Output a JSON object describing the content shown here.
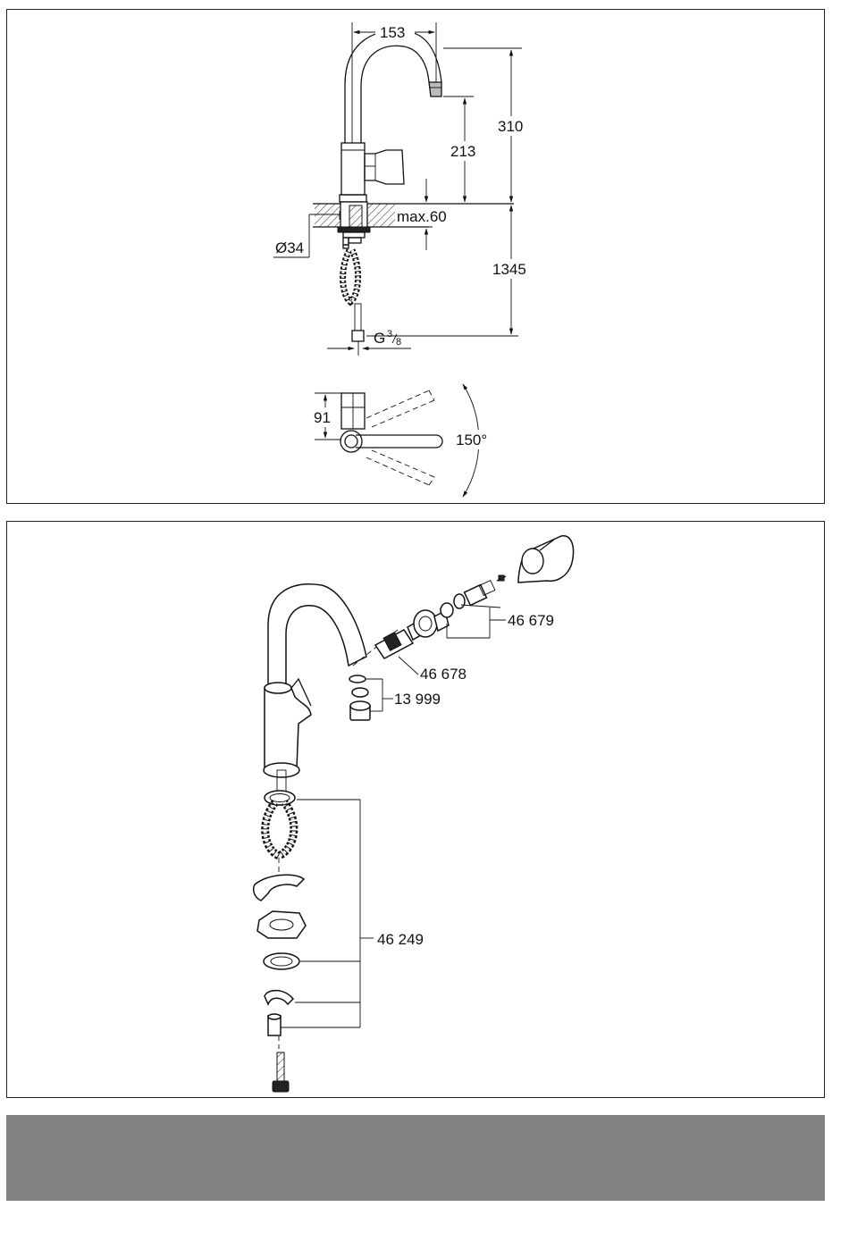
{
  "dimensions": {
    "width_153": "153",
    "height_310": "310",
    "height_213": "213",
    "max_thickness": "max.60",
    "diameter": "Ø34",
    "hose_length": "1345",
    "connection_thread": "G",
    "connection_thread_num": "3",
    "connection_thread_den": "8",
    "handle_height": "91",
    "swivel_angle": "150°"
  },
  "parts": {
    "part_46679": "46 679",
    "part_46678": "46 678",
    "part_13999": "13 999",
    "part_46249": "46 249"
  },
  "colors": {
    "line": "#111111",
    "band": "#828282",
    "background": "#ffffff"
  }
}
